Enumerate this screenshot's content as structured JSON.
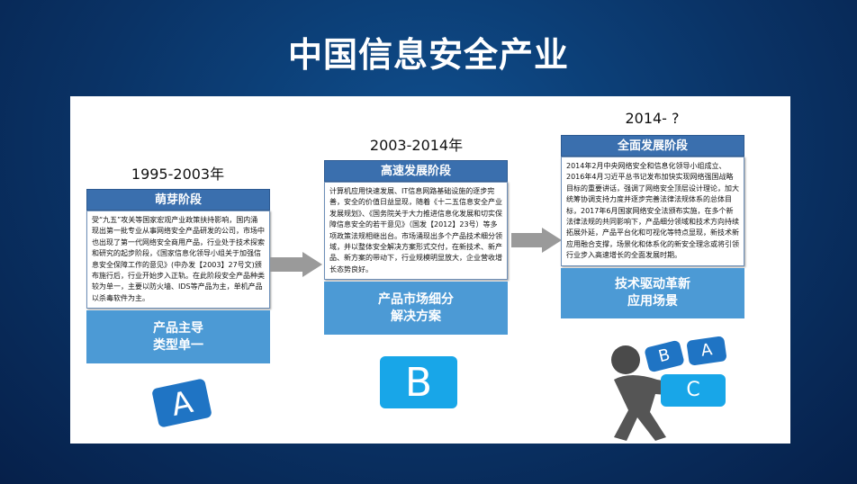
{
  "title": "中国信息安全产业",
  "stages": [
    {
      "year": "1995-2003年",
      "header": "萌芽阶段",
      "text": "受“九五”攻关等国家宏观产业政策扶持影响，国内涌现出第一批专业从事网络安全产品研发的公司，市场中也出现了第一代网络安全商用产品，行业处于技术探索和研究的起步阶段，《国家信息化领导小组关于加强信息安全保障工作的意见》(中办发【2003】27号文)颁布施行后，行业开始步入正轨。在此阶段安全产品种类较为单一，主要以防火墙、IDS等产品为主，单机产品以杀毒软件为主。",
      "feature_line1": "产品主导",
      "feature_line2": "类型单一",
      "badge": "A"
    },
    {
      "year": "2003-2014年",
      "header": "高速发展阶段",
      "text": "计算机应用快速发展、IT信息网路基础设施的逐步完善，安全的价值日益显现，随着《十二五信息安全产业发展规划》、《国务院关于大力推进信息化发展和切实保障信息安全的若干意见》（国发【2012】23号）等多项政策法规相继出台。市场涌现出多个产品技术细分领域，并以整体安全解决方案形式交付，在新技术、新产品、新方案的带动下，行业规模明显放大，企业营收增长态势良好。",
      "feature_line1": "产品市场细分",
      "feature_line2": "解决方案",
      "badge": "B"
    },
    {
      "year": "2014- ?",
      "header": "全面发展阶段",
      "text": "2014年2月中央网络安全和信息化领导小组成立、2016年4月习近平总书记发布加快实现网络强国战略目标的重要讲话，强调了网络安全顶层设计理论，加大统筹协调支持力度并逐步完善法律法规体系的总体目标，2017年6月国家网络安全法颁布实施，在多个新法律法规的共同影响下，产品细分领域和技术方向持续拓展外延，产品平台化和可视化等特点显现，新技术新应用融合支撑，场景化和体系化的新安全理念或将引领行业步入高速增长的全面发展时期。",
      "feature_line1": "技术驱动革新",
      "feature_line2": "应用场景",
      "badges": [
        "B",
        "A",
        "C"
      ]
    }
  ],
  "colors": {
    "header": "#3a6fae",
    "feature": "#4c9ad5",
    "tile": "#1f74c4",
    "tile_b": "#18a6e8"
  }
}
